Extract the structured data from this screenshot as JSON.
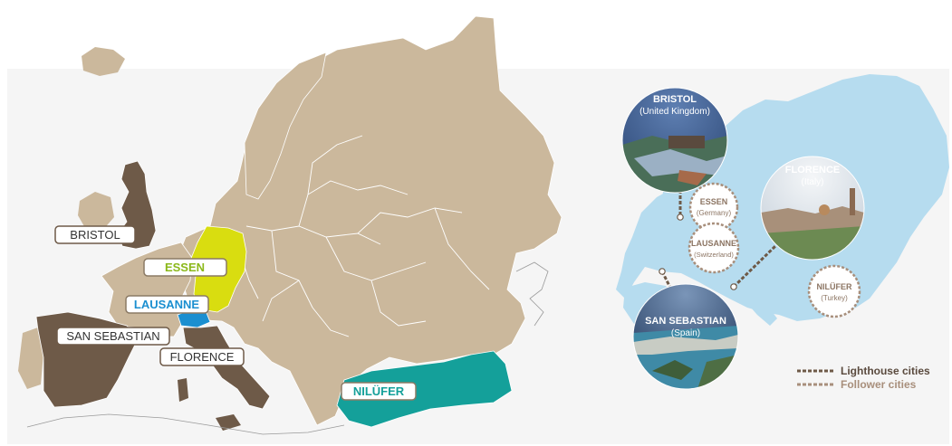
{
  "left_map": {
    "labels": {
      "bristol": "BRISTOL",
      "essen": "ESSEN",
      "lausanne": "LAUSANNE",
      "san_sebastian": "SAN SEBASTIAN",
      "florence": "FLORENCE",
      "nilufer": "NILÜFER"
    },
    "colors": {
      "land": "#cbb89c",
      "highlight_dark": "#6e5a48",
      "germany": "#d9dd10",
      "switzerland": "#1b8fd0",
      "turkey": "#14a09a",
      "essen_text": "#8bb81a",
      "lausanne_text": "#1b8fd0",
      "nilufer_text": "#14a09a"
    }
  },
  "right_map": {
    "cities": {
      "bristol": {
        "name": "BRISTOL",
        "country": "(United Kingdom)"
      },
      "florence": {
        "name": "FLORENCE",
        "country": "(Italy)"
      },
      "san_sebastian": {
        "name": "SAN SEBASTIAN",
        "country": "(Spain)"
      },
      "essen": {
        "name": "ESSEN",
        "country": "(Germany)"
      },
      "lausanne": {
        "name": "LAUSANNE",
        "country": "(Switzerland)"
      },
      "nilufer": {
        "name": "NILÜFER",
        "country": "(Turkey)"
      }
    },
    "legend": {
      "lighthouse": "Lighthouse cities",
      "follower": "Follower cities"
    },
    "colors": {
      "land": "#b6dcef",
      "lighthouse": "#6e5a48",
      "follower": "#a88f7c"
    }
  }
}
